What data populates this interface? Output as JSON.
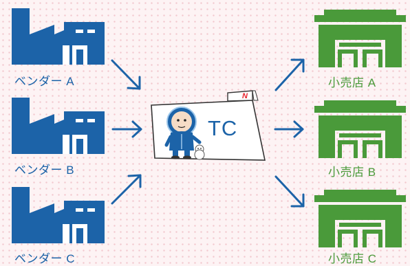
{
  "vendors": [
    {
      "label": "ベンダー A"
    },
    {
      "label": "ベンダー B"
    },
    {
      "label": "ベンダー C"
    }
  ],
  "center": {
    "label": "TC",
    "logo_mark": "N"
  },
  "stores": [
    {
      "label": "小売店 A"
    },
    {
      "label": "小売店 B"
    },
    {
      "label": "小売店 C"
    }
  ],
  "colors": {
    "vendor": "#1c63a8",
    "store": "#4a9a3a",
    "arrow": "#1c63a8",
    "logo": "#e8202a",
    "background": "#fdf3f4"
  },
  "icons": {
    "vendor": "factory-icon",
    "store": "store-icon",
    "center": "mascot-character"
  }
}
